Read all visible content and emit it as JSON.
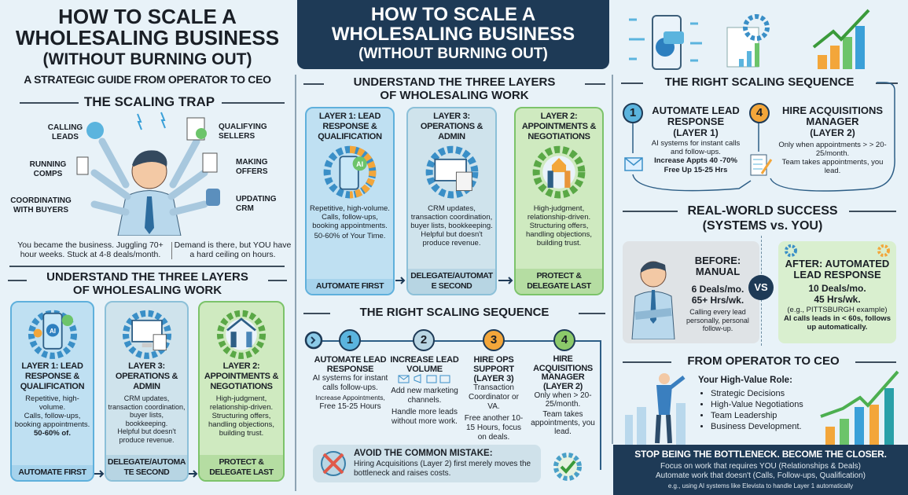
{
  "left": {
    "title1": "HOW TO SCALE A",
    "title2": "WHOLESALING BUSINESS",
    "title3": "(WITHOUT BURNING OUT)",
    "subtitle": "A STRATEGIC GUIDE FROM OPERATOR TO CEO",
    "trap_heading": "THE SCALING TRAP",
    "trap_labels": [
      "CALLING LEADS",
      "RUNNING COMPS",
      "COORDINATING WITH BUYERS",
      "QUALIFYING SELLERS",
      "MAKING OFFERS",
      "UPDATING CRM"
    ],
    "caption_left": "You became the business. Juggling 70+ hour weeks. Stuck at 4-8 deals/month.",
    "caption_right": "Demand is there, but YOU have a hard ceiling on hours.",
    "layers_heading1": "UNDERSTAND THE THREE LAYERS",
    "layers_heading2": "OF WHOLESALING WORK",
    "cards": [
      {
        "title": "LAYER 1: LEAD RESPONSE & QUALIFICATION",
        "desc1": "Repetitive, high-volume.",
        "desc2": "Calls, follow-ups, booking appointments.",
        "desc3": "50-60% of.",
        "foot": "AUTOMATE FIRST",
        "icon_text": "AI"
      },
      {
        "title": "LAYER 3: OPERATIONS & ADMIN",
        "desc1": "CRM updates, transaction coordination, buyer lists, bookkeeping.",
        "desc2": "Helpful but doesn't produce revenue.",
        "desc3": "",
        "foot": "DELEGATE/AUTOMATE SECOND"
      },
      {
        "title": "LAYER 2: APPOINTMENTS & NEGOTIATIONS",
        "desc1": "High-judgment, relationship-driven.",
        "desc2": "Structuring offers, handling objections, building trust.",
        "desc3": "",
        "foot": "PROTECT & DELEGATE LAST"
      }
    ]
  },
  "middle": {
    "title1": "HOW TO SCALE A",
    "title2": "WHOLESALING BUSINESS",
    "title3": "(WITHOUT BURNING OUT)",
    "layers_heading1": "UNDERSTAND THE THREE LAYERS",
    "layers_heading2": "OF WHOLESALING WORK",
    "cards": [
      {
        "title": "LAYER 1: LEAD RESPONSE & QUALIFICATION",
        "desc": "Repetitive, high-volume. Calls, follow-ups, booking appointments.",
        "desc2": "50-60% of Your Time.",
        "foot": "AUTOMATE FIRST",
        "icon_text": "AI"
      },
      {
        "title": "LAYER 3: OPERATIONS & ADMIN",
        "desc": "CRM updates, transaction coordination, buyer lists, bookkeeping. Helpful but doesn't produce revenue.",
        "desc2": "",
        "foot": "DELEGATE/AUTOMATE SECOND"
      },
      {
        "title": "LAYER 2: APPOINTMENTS & NEGOTIATIONS",
        "desc": "High-judgment, relationship-driven. Structuring offers, handling objections, building trust.",
        "desc2": "",
        "foot": "PROTECT & DELEGATE LAST"
      }
    ],
    "sequence_heading": "THE RIGHT SCALING SEQUENCE",
    "steps": [
      {
        "num": "1",
        "title": "AUTOMATE LEAD RESPONSE",
        "desc": "AI systems for instant calls follow-ups.",
        "small": "Increase Appointments,",
        "desc2": "Free 15-25 Hours",
        "color": "#5bb4de"
      },
      {
        "num": "2",
        "title": "INCREASE LEAD VOLUME",
        "desc": "Add new marketing channels.",
        "small": "",
        "desc2": "Handle more leads without more work.",
        "color": "#b9d6e4"
      },
      {
        "num": "3",
        "title": "HIRE OPS SUPPORT (LAYER 3)",
        "desc": "Transaction Coordinator or VA.",
        "small": "",
        "desc2": "Free another 10-15 Hours, focus on deals.",
        "color": "#f3a63a"
      },
      {
        "num": "4",
        "title": "HIRE ACQUISITIONS MANAGER (LAYER 2)",
        "desc": "Only when > 20-25/month.",
        "small": "",
        "desc2": "Team takes appointments, you lead.",
        "color": "#8cc96a"
      }
    ],
    "mistake_title": "AVOID THE COMMON MISTAKE:",
    "mistake_text": "Hiring Acquisitions (Layer 2) first merely moves the bottleneck and raises costs."
  },
  "right": {
    "sequence_heading": "THE RIGHT SCALING SEQUENCE",
    "step1": {
      "num": "1",
      "title": "AUTOMATE LEAD RESPONSE",
      "sub": "(LAYER 1)",
      "desc": "AI systems for instant calls and follow-ups.",
      "stat1": "Increase Appts 40 -70%",
      "stat2": "Free Up 15-25 Hrs"
    },
    "step4": {
      "num": "4",
      "title": "HIRE ACQUISITIONS MANAGER",
      "sub": "(LAYER 2)",
      "desc": "Only when appointments > > 20-25/month.",
      "desc2": "Team takes appointments, you lead."
    },
    "success_heading1": "REAL-WORLD SUCCESS",
    "success_heading2": "(SYSTEMS vs. YOU)",
    "before": {
      "title": "BEFORE: MANUAL",
      "stat1": "6 Deals/mo.",
      "stat2": "65+ Hrs/wk.",
      "desc": "Calling every lead personally, personal follow-up."
    },
    "vs": "VS",
    "after": {
      "title": "AFTER: AUTOMATED LEAD RESPONSE",
      "stat1": "10 Deals/mo.",
      "stat2": "45 Hrs/wk.",
      "example": "(e.g., PITTSBURGH example)",
      "desc": "AI calls leads in < 60s, follows up automatically."
    },
    "ceo_heading": "FROM OPERATOR TO CEO",
    "role_title": "Your High-Value Role:",
    "roles": [
      "Strategic Decisions",
      "High-Value Negotiations",
      "Team Leadership",
      "Business Development."
    ],
    "banner_title": "STOP BEING THE BOTTLENECK. BECOME THE CLOSER.",
    "banner_line1": "Focus on work that requires YOU (Relationships & Deals)",
    "banner_line2": "Automate work that doesn't (Calls, Follow-ups, Qualification)",
    "banner_line3": "e.g., using AI systems like Elevista to handle Layer 1 automatically"
  },
  "colors": {
    "navy": "#1e3a56",
    "blue": "#5bb4de",
    "orange": "#f3a63a",
    "green": "#7cc36a",
    "red": "#e05a4a"
  }
}
